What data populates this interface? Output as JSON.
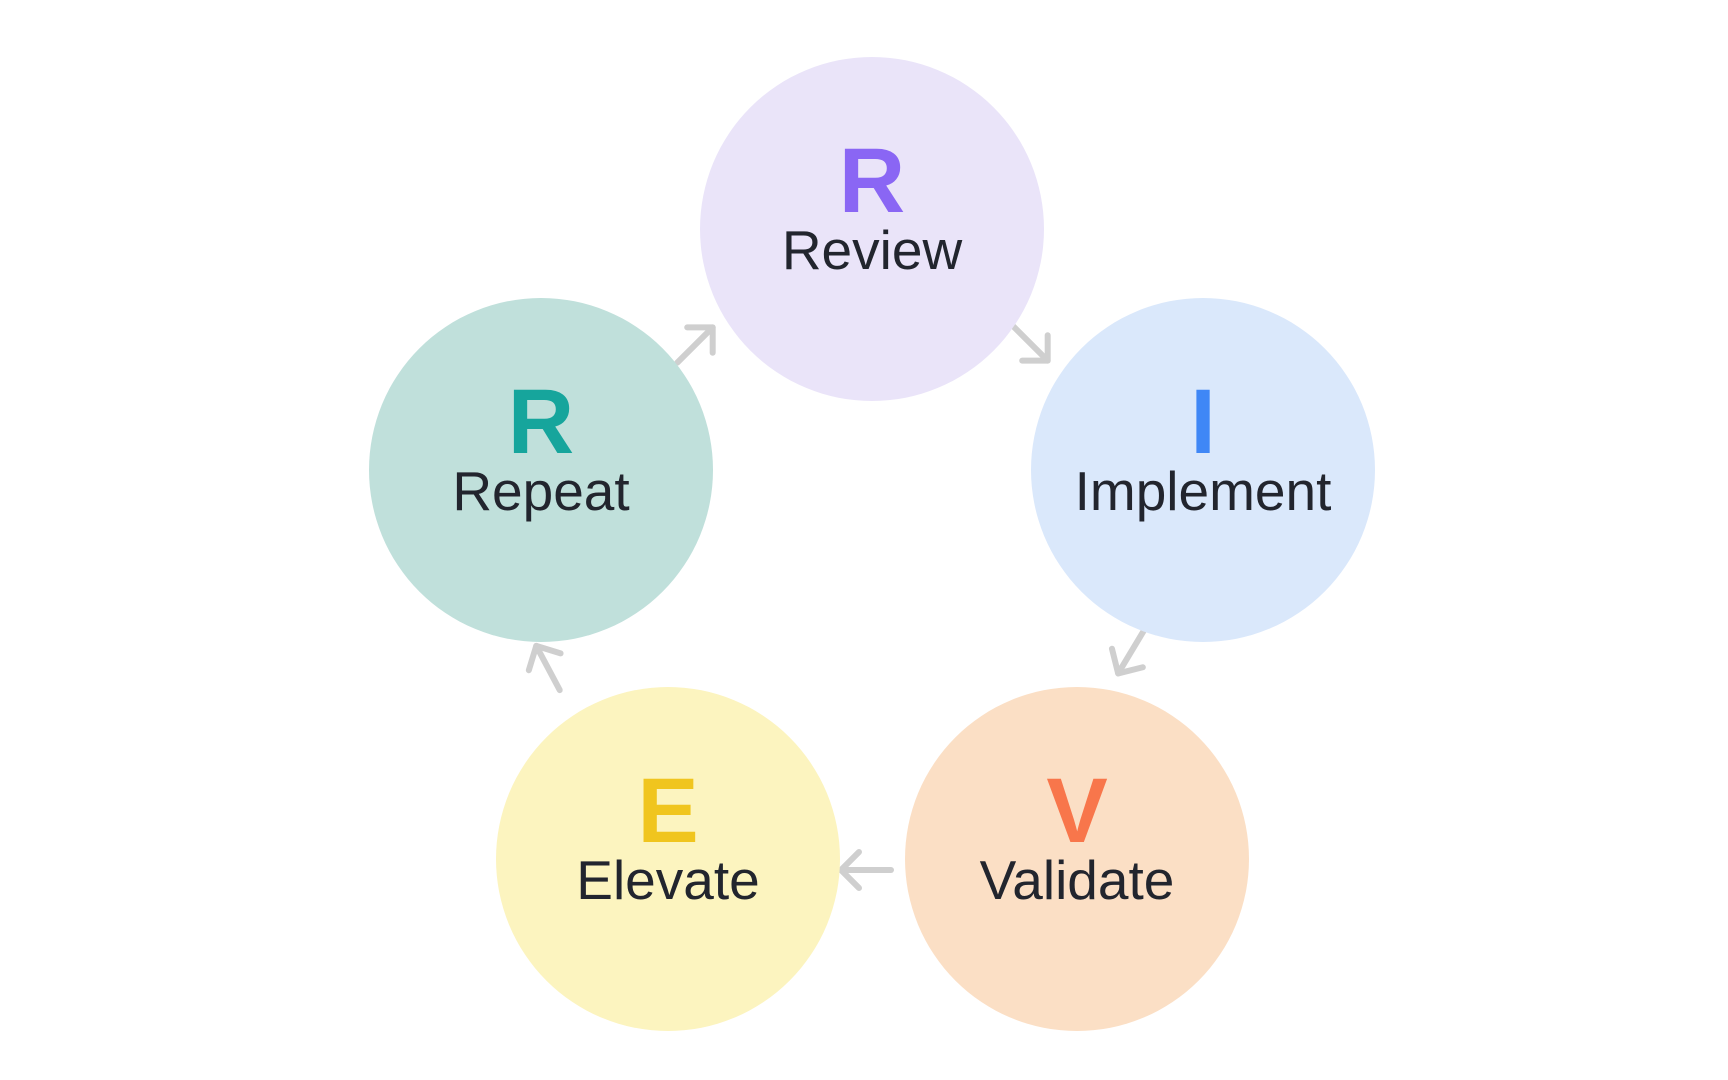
{
  "colors": {
    "background": "#FFFFFF",
    "label_text": "#22252E",
    "arrow": "#CFCFCF"
  },
  "steps": [
    {
      "id": "review",
      "letter": "R",
      "label": "Review",
      "circle_color": "#EAE4F9",
      "letter_color": "#8A66F4"
    },
    {
      "id": "implement",
      "letter": "I",
      "label": "Implement",
      "circle_color": "#DAE8FB",
      "letter_color": "#3F87F6"
    },
    {
      "id": "validate",
      "letter": "V",
      "label": "Validate",
      "circle_color": "#FBDFC5",
      "letter_color": "#F8764B"
    },
    {
      "id": "elevate",
      "letter": "E",
      "label": "Elevate",
      "circle_color": "#FCF4BF",
      "letter_color": "#F0C51E"
    },
    {
      "id": "repeat",
      "letter": "R",
      "label": "Repeat",
      "circle_color": "#C0E0DB",
      "letter_color": "#16A59C"
    }
  ],
  "arrows": [
    {
      "from": "review",
      "to": "implement"
    },
    {
      "from": "implement",
      "to": "validate"
    },
    {
      "from": "validate",
      "to": "elevate"
    },
    {
      "from": "elevate",
      "to": "repeat"
    },
    {
      "from": "repeat",
      "to": "review"
    }
  ]
}
